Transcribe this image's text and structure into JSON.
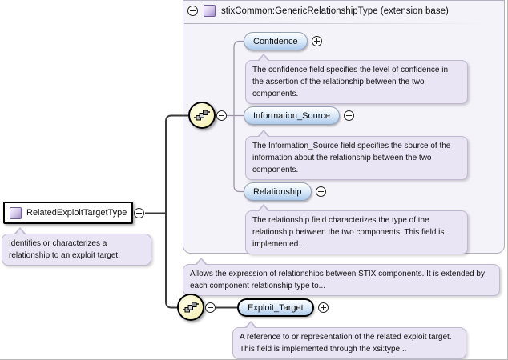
{
  "root_element": {
    "label": "RelatedExploitTargetType",
    "doc": "Identifies or characterizes a relationship to an exploit target."
  },
  "extension_panel": {
    "title": "stixCommon:GenericRelationshipType (extension base)",
    "doc": "Allows the expression of relationships between STIX components. It is extended by each component relationship type to...",
    "children": [
      {
        "label": "Confidence",
        "doc": "The confidence field specifies the level of confidence in the assertion of the relationship between the two components."
      },
      {
        "label": "Information_Source",
        "doc": "The Information_Source field specifies the source of the information about the relationship between the two components."
      },
      {
        "label": "Relationship",
        "doc": "The relationship field characterizes the type of the relationship between the two components. This field is implemented..."
      }
    ]
  },
  "own_children": [
    {
      "label": "Exploit_Target",
      "doc": "A reference to or representation of the related exploit target. This field is implemented through the xsi:type..."
    }
  ],
  "icons": {
    "type_icon": "purple-gradient-square",
    "compositor_icon": "sequence-chain",
    "collapse_icon": "minus-circle",
    "expand_icon": "plus-circle"
  },
  "colors": {
    "panel_bg": "#f5f3fa",
    "tooltip_bg": "#e9e5f4",
    "pill_top": "#feffff",
    "pill_bottom": "#aecbec",
    "compositor_bg": "#f6f2bd",
    "type_icon_purple": "#a08dc9"
  }
}
